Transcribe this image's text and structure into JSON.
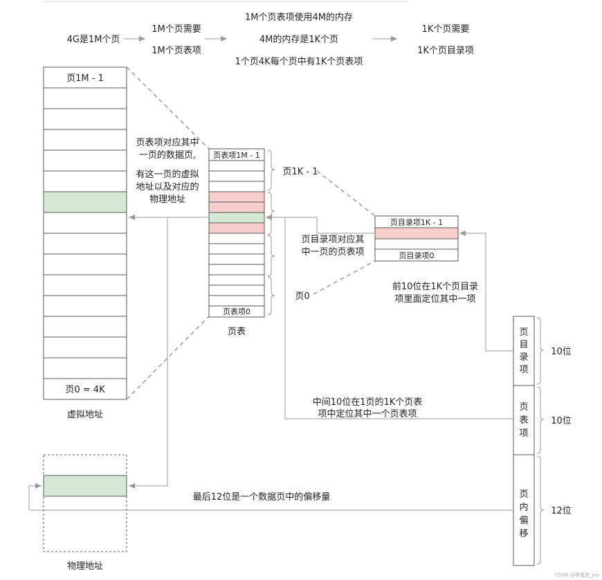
{
  "top_flow": {
    "step1": "4G是1M个页",
    "step2_a": "1M个页需要",
    "step2_b": "1M个页表项",
    "step3_a": "1M个页表项使用4M的内存",
    "step3_b": "4M的内存是1K个页",
    "step3_c": "1个页4K每个页中有1K个页表项",
    "step4_a": "1K个页需要",
    "step4_b": "1K个页目录项"
  },
  "virtual_address": {
    "top_label": "页1M - 1",
    "bottom_label": "页0 = 4K",
    "caption": "虚拟地址",
    "annotation": [
      "页表项对应其中",
      "一页的数据页,",
      "有这一页的虚拟",
      "地址以及对应的",
      "物理地址"
    ]
  },
  "page_table": {
    "top_label": "页表项1M - 1",
    "bottom_label": "页表项0",
    "caption": "页表",
    "page_top": "页1K - 1",
    "page_bottom": "页0"
  },
  "page_directory": {
    "top_label": "页目录项1K - 1",
    "bottom_label": "页目录项0",
    "annotation": [
      "页目录项对应其",
      "中一页的页表项"
    ],
    "hint": [
      "前10位在1K个页目录",
      "项里面定位其中一项"
    ]
  },
  "middle_hint": [
    "中间10位在1页的1K个页表",
    "项中定位其中一个页表项"
  ],
  "offset_hint": "最后12位是一个数据页中的偏移量",
  "physical_address": {
    "caption": "物理地址"
  },
  "address_fields": [
    {
      "chars": [
        "页",
        "目",
        "录",
        "项"
      ],
      "bits": "10位"
    },
    {
      "chars": [
        "页",
        "表",
        "项"
      ],
      "bits": "10位"
    },
    {
      "chars": [
        "页",
        "内",
        "偏",
        "移"
      ],
      "bits": "12位"
    }
  ],
  "watermark": "CSDN @禁盖良_joy",
  "colors": {
    "green": "#d5e8d4",
    "pink": "#f8cecc",
    "line": "#999999",
    "box": "#555555"
  }
}
